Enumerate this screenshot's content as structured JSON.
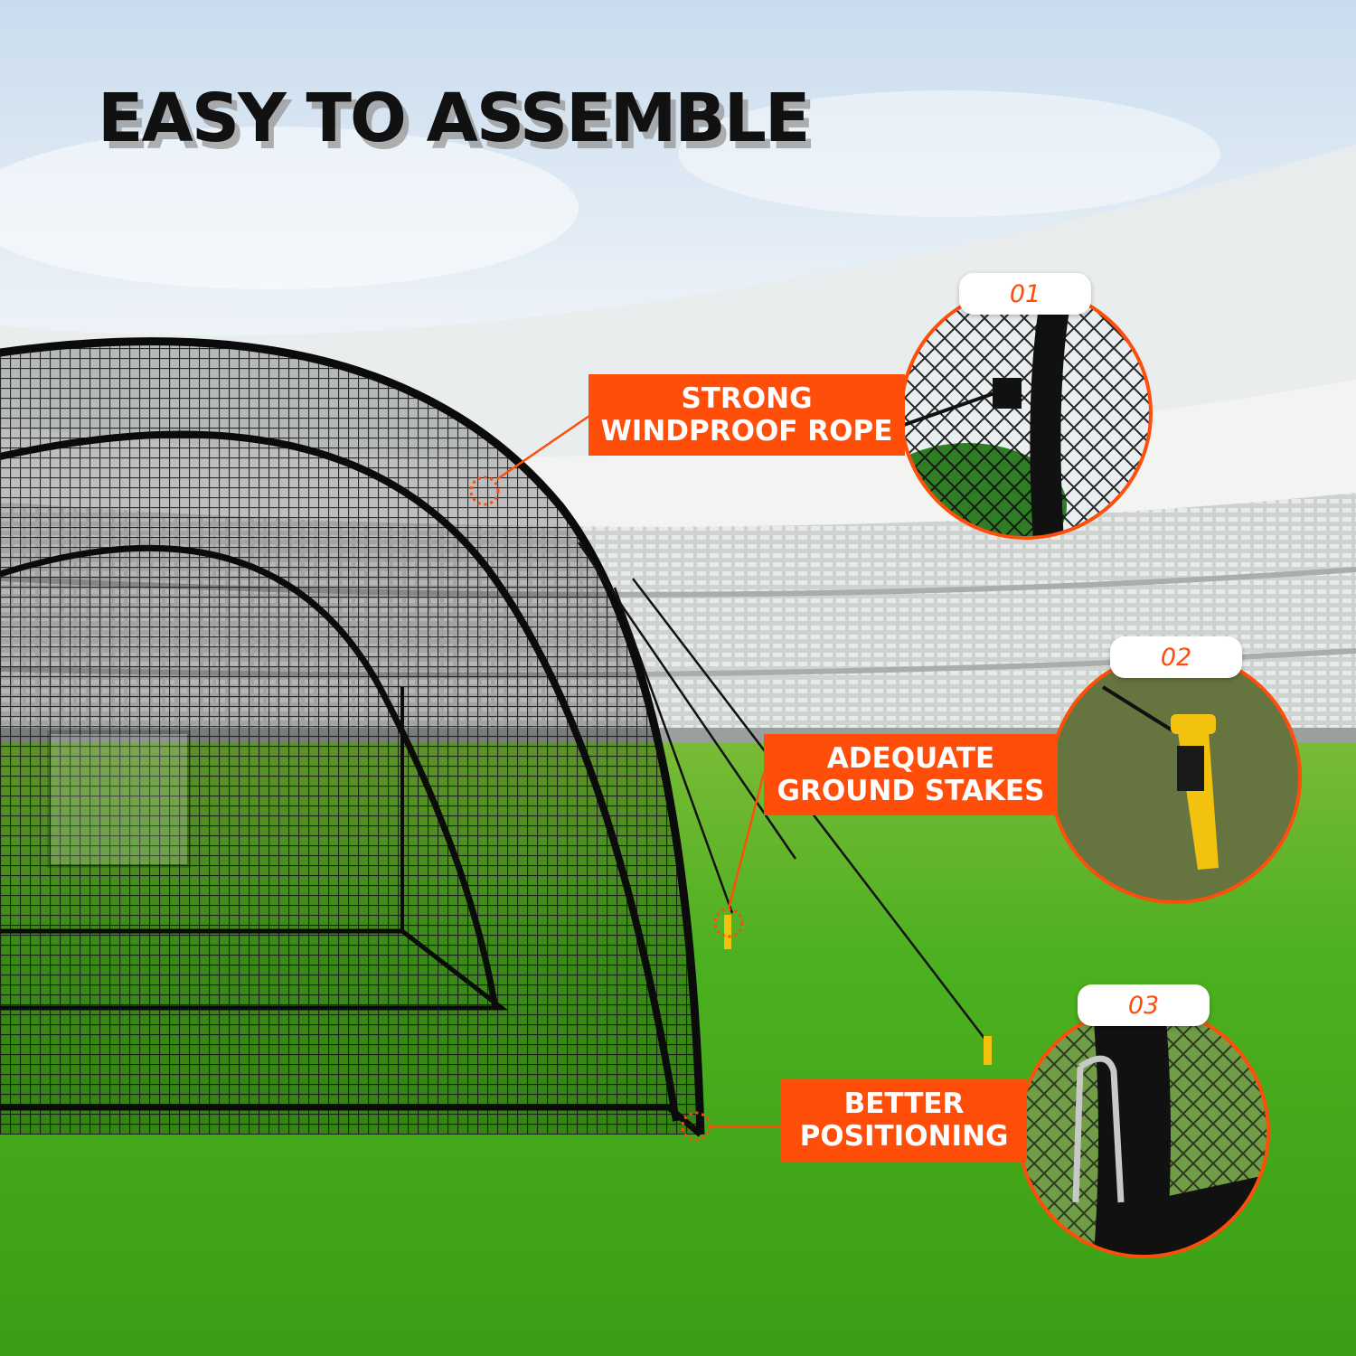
{
  "headline": "EASY TO ASSEMBLE",
  "features": [
    {
      "number": "01",
      "line1": "STRONG",
      "line2": "WINDPROOF ROPE",
      "photo": "net-rope-clip-closeup"
    },
    {
      "number": "02",
      "line1": "ADEQUATE",
      "line2": "GROUND STAKES",
      "photo": "yellow-stake-in-grass-closeup"
    },
    {
      "number": "03",
      "line1": "BETTER",
      "line2": "POSITIONING",
      "photo": "u-pin-net-base-closeup"
    }
  ],
  "colors": {
    "accent": "#ff4d0a",
    "net": "#111111",
    "grass": "#4bb51e",
    "sky": "#dfeaf5",
    "stake": "#f2c20e"
  }
}
